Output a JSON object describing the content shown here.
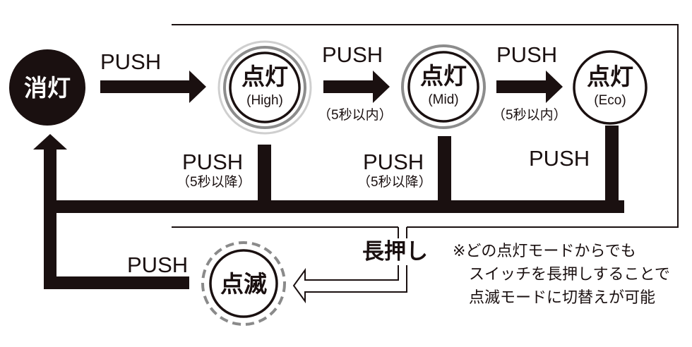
{
  "colors": {
    "ink": "#1a1010",
    "ring_light": "#c8c8c8",
    "ring_mid": "#8c8c8c",
    "dash": "#8a8a8a",
    "background": "#ffffff"
  },
  "nodes": {
    "off": {
      "label": "消灯"
    },
    "high": {
      "label": "点灯",
      "mode": "(High)"
    },
    "mid": {
      "label": "点灯",
      "mode": "(Mid)"
    },
    "eco": {
      "label": "点灯",
      "mode": "(Eco)"
    },
    "blink": {
      "label": "点滅"
    }
  },
  "edges": {
    "off_to_high": {
      "label": "PUSH"
    },
    "high_to_mid": {
      "label": "PUSH",
      "condition": "（5秒以内）"
    },
    "mid_to_eco": {
      "label": "PUSH",
      "condition": "（5秒以内）"
    },
    "high_to_off": {
      "label": "PUSH",
      "condition": "（5秒以降）"
    },
    "mid_to_off": {
      "label": "PUSH",
      "condition": "（5秒以降）"
    },
    "eco_to_off": {
      "label": "PUSH"
    },
    "blink_to_off": {
      "label": "PUSH"
    },
    "long_press": {
      "label": "長押し"
    }
  },
  "note": {
    "lines": [
      "※どの点灯モードからでも",
      "スイッチを長押しすることで",
      "点滅モードに切替えが可能"
    ]
  }
}
